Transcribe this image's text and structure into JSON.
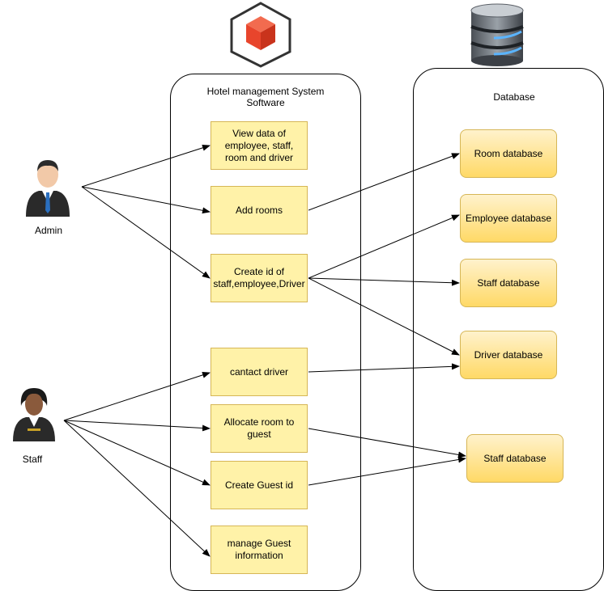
{
  "software": {
    "title": "Hotel management  System Software"
  },
  "database": {
    "title": "Database"
  },
  "actors": {
    "admin": "Admin",
    "staff": "Staff"
  },
  "functions": [
    "View data of employee, staff, room and driver",
    "Add rooms",
    "Create id of staff,employee,Driver",
    "cantact driver",
    "Allocate room to guest",
    "Create Guest id",
    "manage Guest information"
  ],
  "databases": [
    "Room database",
    "Employee database",
    "Staff database",
    "Driver database",
    "Staff database"
  ],
  "icons": {
    "software": "software-cube-icon",
    "database": "database-cylinder-icon",
    "admin": "admin-person-icon",
    "staff": "staff-person-icon"
  },
  "colors": {
    "box_fill": "#fff2a8",
    "box_border": "#d6b656",
    "db_fill_top": "#fff2cc",
    "db_fill_bottom": "#ffd966",
    "cube_red": "#e8452c"
  }
}
